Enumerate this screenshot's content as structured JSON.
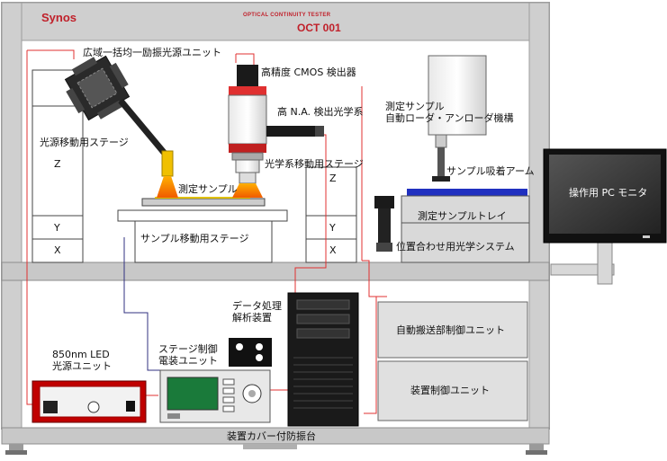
{
  "header": {
    "brand": "Synos",
    "product_line": "OPTICAL CONTINUITY TESTER",
    "model": "OCT 001"
  },
  "labels": {
    "wide_light_source": "広域一括均一励振光源ユニット",
    "cmos_detector": "高精度 CMOS 検出器",
    "high_na_optics": "高 N.A. 検出光学系",
    "source_stage": "光源移動用ステージ",
    "optics_stage": "光学系移動用ステージ",
    "sample": "測定サンプル",
    "sample_stage": "サンプル移動用ステージ",
    "loader": "測定サンプル\n自動ローダ・アンローダ機構",
    "suction_arm": "サンプル吸着アーム",
    "sample_tray": "測定サンプルトレイ",
    "alignment_optics": "位置合わせ用光学システム",
    "pc_monitor": "操作用 PC モニタ",
    "axis_z": "Z",
    "axis_y": "Y",
    "axis_x": "X",
    "data_processor": "データ処理\n解析装置",
    "stage_controller": "ステージ制御\n電装ユニット",
    "led_unit": "850nm LED\n光源ユニット",
    "transport_controller": "自動搬送部制御ユニット",
    "device_controller": "装置制御ユニット",
    "base": "装置カバー付防振台"
  },
  "colors": {
    "frame": "#9d9d9d",
    "panel": "#c8c8c8",
    "cable_red": "#e03030",
    "cable_blue": "#303080",
    "brand_red": "#c0202a",
    "tray_blue": "#2030c0",
    "light_orange": "#f07010",
    "dark": "#1a1a1a"
  }
}
